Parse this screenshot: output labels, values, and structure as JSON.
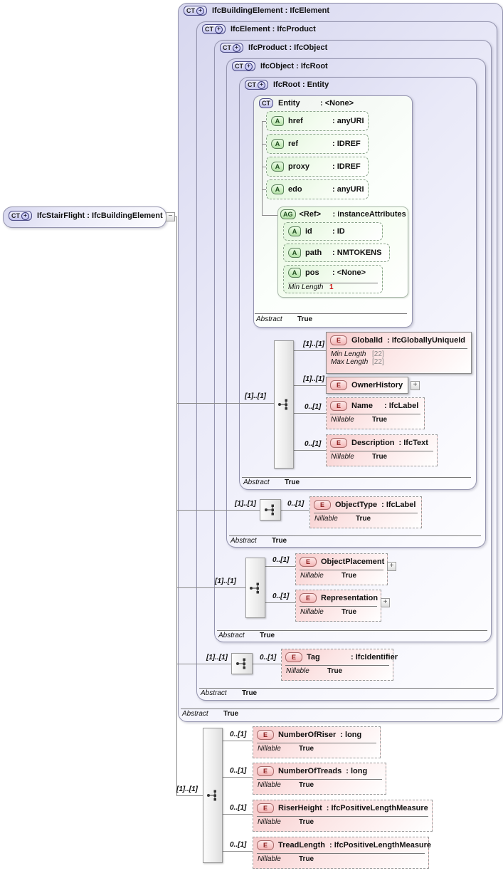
{
  "root_box": {
    "badge": "CT",
    "title": "IfcStairFlight : IfcBuildingElement"
  },
  "levels": {
    "building_element": {
      "badge": "CT",
      "title": "IfcBuildingElement : IfcElement"
    },
    "element": {
      "badge": "CT",
      "title": "IfcElement : IfcProduct"
    },
    "product": {
      "badge": "CT",
      "title": "IfcProduct : IfcObject"
    },
    "object": {
      "badge": "CT",
      "title": "IfcObject : IfcRoot"
    },
    "ifcroot": {
      "badge": "CT",
      "title": "IfcRoot : Entity"
    }
  },
  "entity": {
    "badge": "CT",
    "name": "Entity",
    "type": ": <None>",
    "attrs": [
      {
        "badge": "A",
        "name": "href",
        "type": ": anyURI"
      },
      {
        "badge": "A",
        "name": "ref",
        "type": ": IDREF"
      },
      {
        "badge": "A",
        "name": "proxy",
        "type": ": IDREF"
      },
      {
        "badge": "A",
        "name": "edo",
        "type": ": anyURI"
      }
    ],
    "ref_group": {
      "badge": "AG",
      "name": "<Ref>",
      "type": ": instanceAttributes",
      "attrs": [
        {
          "badge": "A",
          "name": "id",
          "type": ": ID"
        },
        {
          "badge": "A",
          "name": "path",
          "type": ": NMTOKENS"
        }
      ],
      "pos": {
        "badge": "A",
        "name": "pos",
        "type": ": <None>",
        "facet": {
          "label": "Min Length",
          "value": "1"
        }
      }
    }
  },
  "abstract": {
    "label": "Abstract",
    "value": "True"
  },
  "nillable": {
    "label": "Nillable",
    "value": "True"
  },
  "groups": {
    "root": {
      "card": "[1]..[1]"
    },
    "object_type": {
      "card": "[1]..[1]"
    },
    "placement": {
      "card": "[1]..[1]"
    },
    "tag": {
      "card": "[1]..[1]"
    },
    "stair": {
      "card": "[1]..[1]"
    }
  },
  "elements": {
    "global_id": {
      "badge": "E",
      "card": "[1]..[1]",
      "name": "GlobalId",
      "type": ": IfcGloballyUniqueId",
      "facets": [
        {
          "label": "Min Length",
          "value": "[22]"
        },
        {
          "label": "Max Length",
          "value": "[22]"
        }
      ]
    },
    "owner_history": {
      "badge": "E",
      "card": "[1]..[1]",
      "name": "OwnerHistory"
    },
    "name": {
      "badge": "E",
      "card": "0..[1]",
      "name": "Name",
      "type": ": IfcLabel"
    },
    "description": {
      "badge": "E",
      "card": "0..[1]",
      "name": "Description",
      "type": ": IfcText"
    },
    "object_type": {
      "badge": "E",
      "card": "0..[1]",
      "name": "ObjectType",
      "type": ": IfcLabel"
    },
    "object_placement": {
      "badge": "E",
      "card": "0..[1]",
      "name": "ObjectPlacement"
    },
    "representation": {
      "badge": "E",
      "card": "0..[1]",
      "name": "Representation"
    },
    "tag": {
      "badge": "E",
      "card": "0..[1]",
      "name": "Tag",
      "type": ": IfcIdentifier"
    },
    "number_of_riser": {
      "badge": "E",
      "card": "0..[1]",
      "name": "NumberOfRiser",
      "type": ": long"
    },
    "number_of_treads": {
      "badge": "E",
      "card": "0..[1]",
      "name": "NumberOfTreads",
      "type": ": long"
    },
    "riser_height": {
      "badge": "E",
      "card": "0..[1]",
      "name": "RiserHeight",
      "type": ": IfcPositiveLengthMeasure"
    },
    "tread_length": {
      "badge": "E",
      "card": "0..[1]",
      "name": "TreadLength",
      "type": ": IfcPositiveLengthMeasure"
    }
  },
  "expanders": {
    "plus": "+",
    "minus": "−"
  },
  "colors": {
    "lavender": "#d7d7ef",
    "pink": "#f6cbcb",
    "green": "#e0f5da",
    "line": "#8a8a8a",
    "facet_red": "#cc1111",
    "facet_grey": "#888888"
  }
}
